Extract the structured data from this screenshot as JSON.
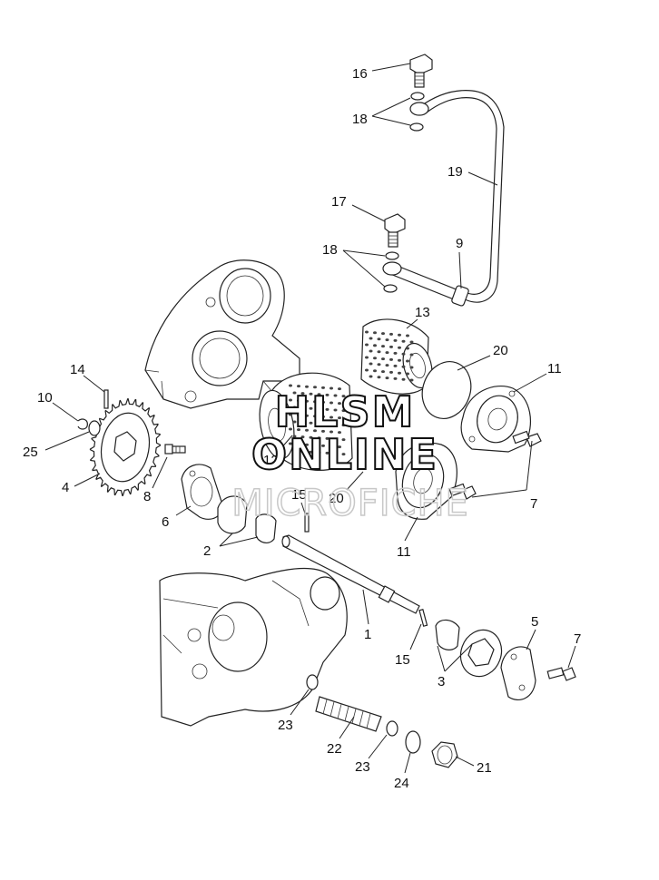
{
  "watermark": {
    "line1": "HLSM",
    "line2": "ONLINE",
    "line3": "MICROFICHE"
  },
  "callouts": [
    {
      "id": "c16",
      "text": "16"
    },
    {
      "id": "c18a",
      "text": "18"
    },
    {
      "id": "c19",
      "text": "19"
    },
    {
      "id": "c17",
      "text": "17"
    },
    {
      "id": "c18b",
      "text": "18"
    },
    {
      "id": "c9",
      "text": "9"
    },
    {
      "id": "c13",
      "text": "13"
    },
    {
      "id": "c20a",
      "text": "20"
    },
    {
      "id": "c11a",
      "text": "11"
    },
    {
      "id": "c14",
      "text": "14"
    },
    {
      "id": "c10",
      "text": "10"
    },
    {
      "id": "c25",
      "text": "25"
    },
    {
      "id": "c4",
      "text": "4"
    },
    {
      "id": "c8",
      "text": "8"
    },
    {
      "id": "c12",
      "text": "12"
    },
    {
      "id": "c20b",
      "text": "20"
    },
    {
      "id": "c7a",
      "text": "7"
    },
    {
      "id": "c11b",
      "text": "11"
    },
    {
      "id": "c15a",
      "text": "15"
    },
    {
      "id": "c6",
      "text": "6"
    },
    {
      "id": "c2",
      "text": "2"
    },
    {
      "id": "c1",
      "text": "1"
    },
    {
      "id": "c5",
      "text": "5"
    },
    {
      "id": "c7b",
      "text": "7"
    },
    {
      "id": "c15b",
      "text": "15"
    },
    {
      "id": "c3",
      "text": "3"
    },
    {
      "id": "c23a",
      "text": "23"
    },
    {
      "id": "c22",
      "text": "22"
    },
    {
      "id": "c23b",
      "text": "23"
    },
    {
      "id": "c24",
      "text": "24"
    },
    {
      "id": "c21",
      "text": "21"
    }
  ]
}
